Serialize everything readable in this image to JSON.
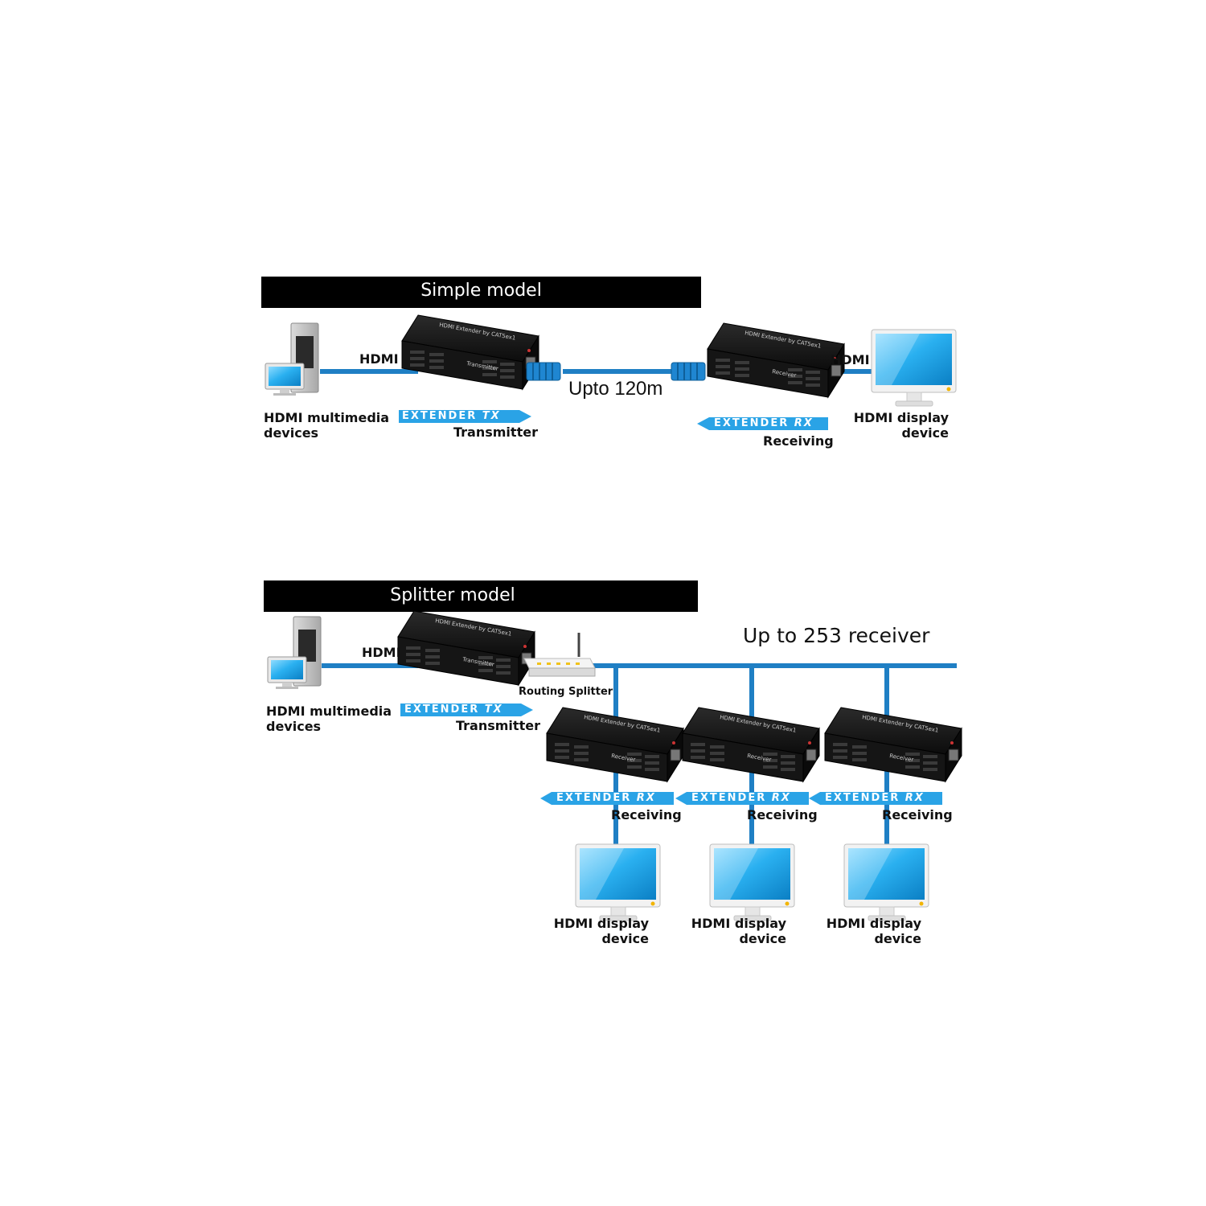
{
  "colors": {
    "cable": "#1f7fc4",
    "cable_light": "#3aa0e0",
    "banner": "#000000",
    "extender_arrow": "#2aa3e6",
    "device_body": "#161616",
    "screen": "#2ab0f0"
  },
  "icons": {
    "source": "desktop-computer-icon",
    "display": "monitor-icon",
    "extender": "hdmi-extender-box-icon",
    "router": "router-icon",
    "connector": "rj45-connector-icon"
  },
  "simple": {
    "title": "Simple model",
    "hdmi_left": "HDMI",
    "hdmi_right": "HDMI",
    "distance": "Upto 120m",
    "source_label_1": "HDMI multimedia",
    "source_label_2": "devices",
    "tx_banner": "EXTENDER",
    "tx_banner_suffix": "TX",
    "tx_label": "Transmitter",
    "rx_banner": "EXTENDER",
    "rx_banner_suffix": "RX",
    "rx_label": "Receiving",
    "display_label_1": "HDMI display",
    "display_label_2": "device",
    "tx_device_text": "HDMI Extender by CAT5ex1",
    "tx_device_sub": "Transmitter",
    "rx_device_text": "HDMI Extender by CAT5ex1",
    "rx_device_sub": "Receiver"
  },
  "splitter": {
    "title": "Splitter model",
    "hdmi": "HDMI",
    "receivers_caption": "Up to 253 receiver",
    "router_label": "Routing Splitter",
    "source_label_1": "HDMI multimedia",
    "source_label_2": "devices",
    "tx_banner": "EXTENDER",
    "tx_banner_suffix": "TX",
    "tx_label": "Transmitter",
    "tx_device_text": "HDMI Extender by CAT5ex1",
    "tx_device_sub": "Transmitter",
    "receivers": [
      {
        "banner": "EXTENDER",
        "suffix": "RX",
        "label": "Receiving",
        "display_1": "HDMI display",
        "display_2": "device",
        "device_text": "HDMI Extender by CAT5ex1",
        "device_sub": "Receiver"
      },
      {
        "banner": "EXTENDER",
        "suffix": "RX",
        "label": "Receiving",
        "display_1": "HDMI display",
        "display_2": "device",
        "device_text": "HDMI Extender by CAT5ex1",
        "device_sub": "Receiver"
      },
      {
        "banner": "EXTENDER",
        "suffix": "RX",
        "label": "Receiving",
        "display_1": "HDMI display",
        "display_2": "device",
        "device_text": "HDMI Extender by CAT5ex1",
        "device_sub": "Receiver"
      }
    ]
  }
}
